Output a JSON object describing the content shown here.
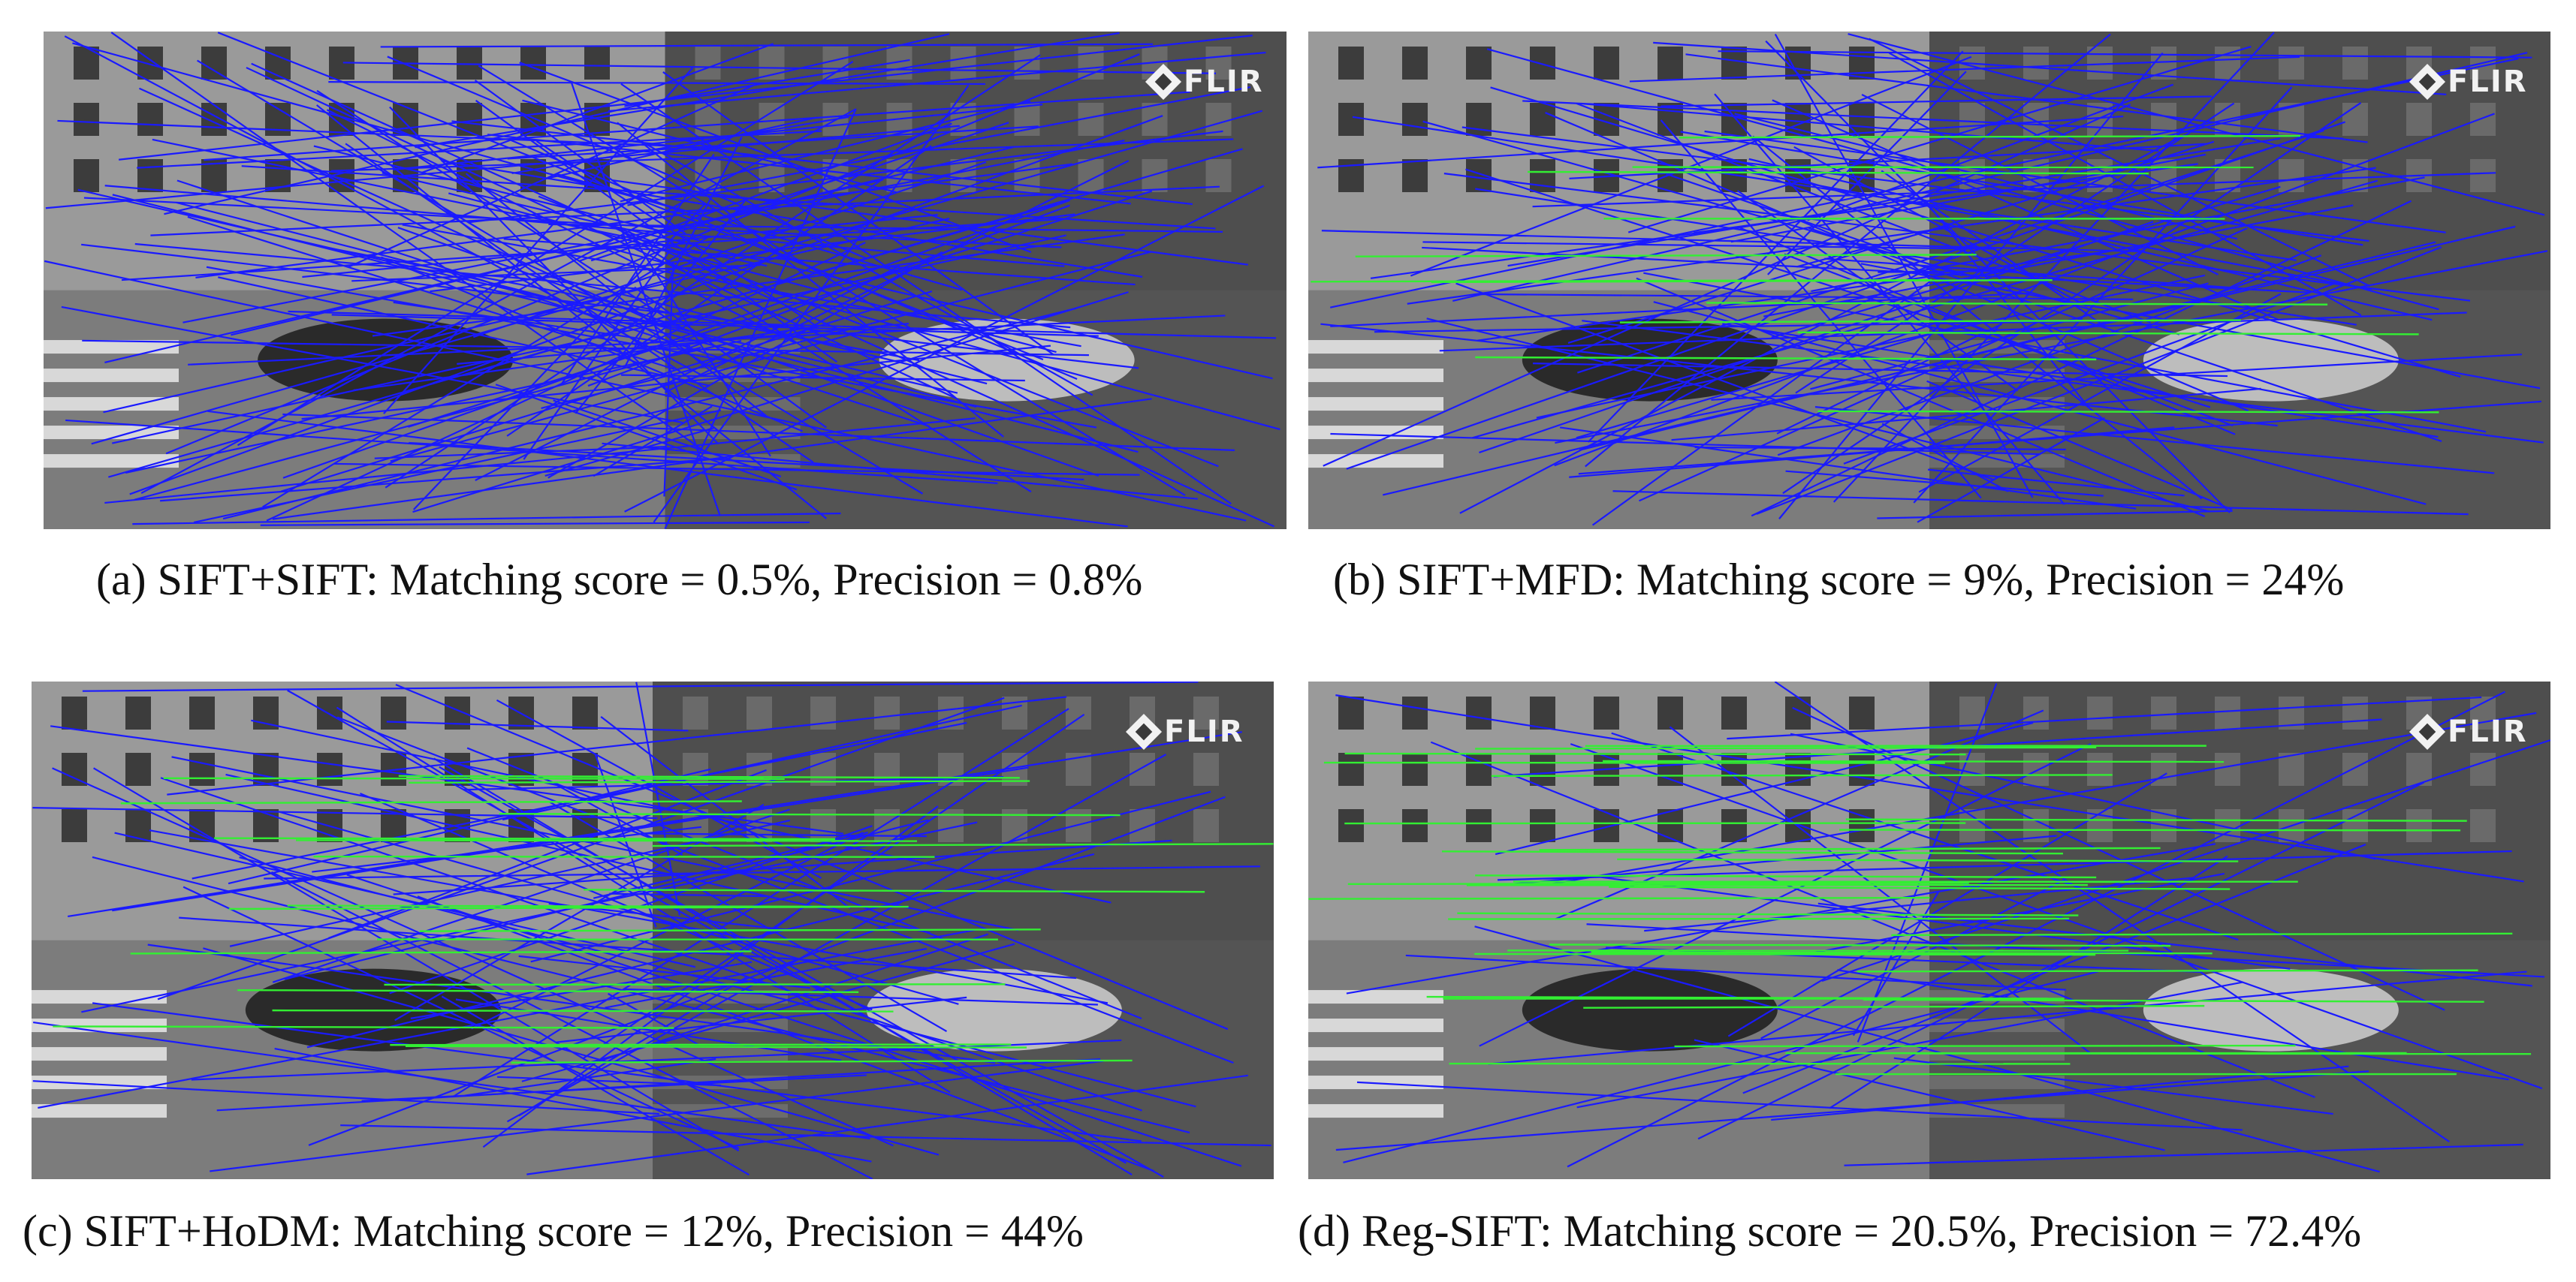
{
  "logo_text": "FLIR",
  "colors": {
    "incorrect_match": "#1a1aff",
    "correct_match": "#33ee33",
    "visible_tone": "#8a8a8a",
    "thermal_tone": "#5a5a5a"
  },
  "panels": [
    {
      "id": "a",
      "caption": "(a) SIFT+SIFT: Matching score = 0.5%, Precision = 0.8%",
      "matching_score": 0.5,
      "precision": 0.8
    },
    {
      "id": "b",
      "caption": "(b) SIFT+MFD: Matching score = 9%, Precision = 24%",
      "matching_score": 9,
      "precision": 24
    },
    {
      "id": "c",
      "caption": "(c) SIFT+HoDM: Matching score = 12%, Precision = 44%",
      "matching_score": 12,
      "precision": 44
    },
    {
      "id": "d",
      "caption": "(d) Reg-SIFT: Matching score = 20.5%, Precision = 72.4%",
      "matching_score": 20.5,
      "precision": 72.4
    }
  ]
}
